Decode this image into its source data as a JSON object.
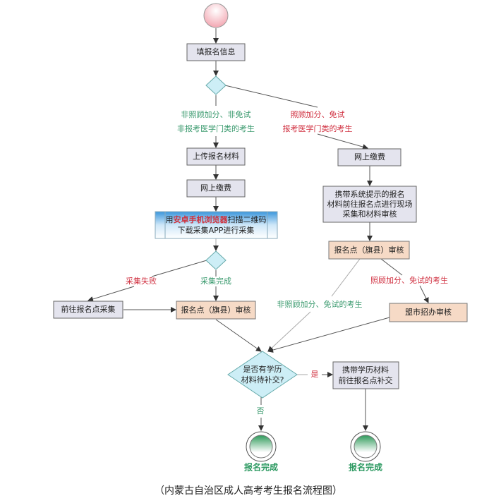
{
  "nodes": {
    "fill_info": "填报名信息",
    "upload_materials": "上传报名材料",
    "pay_online_left": "网上缴费",
    "scan_line1_pre": "用",
    "scan_line1_red": "安卓手机浏览器",
    "scan_line1_post": "扫描二维码",
    "scan_line2": "下载采集APP进行采集",
    "go_collect": "前往报名点采集",
    "county_review_left": "报名点（旗县）审核",
    "pay_online_right": "网上缴费",
    "bring_materials": [
      "携带系统提示的报名",
      "材料前往报名点进行现场",
      "采集和材料审核"
    ],
    "county_review_right": "报名点（旗县）审核",
    "city_review": "盟市招办审核",
    "decision": [
      "是否有学历",
      "材料待补交?"
    ],
    "bring_degree": [
      "携带学历材料",
      "前往报名点补交"
    ],
    "done_left": "报名完成",
    "done_right": "报名完成"
  },
  "labels": {
    "non_bonus": [
      "非照顾加分、非免试",
      "非报考医学门类的考生"
    ],
    "bonus": [
      "照顾加分、免试",
      "报考医学门类的考生"
    ],
    "collect_fail": "采集失败",
    "collect_done": "采集完成",
    "bonus_exempt": "照顾加分、免试的考生",
    "non_bonus_exempt": "非照顾加分、免试的考生",
    "yes": "是",
    "no": "否"
  },
  "caption": "（内蒙古自治区成人高考考生报名流程图）",
  "colors": {
    "green": "#3a9a6e",
    "red": "#d03040",
    "peach": "#f6dac6",
    "gray": "#e4e4ee",
    "diamond": "#cdeef6"
  }
}
